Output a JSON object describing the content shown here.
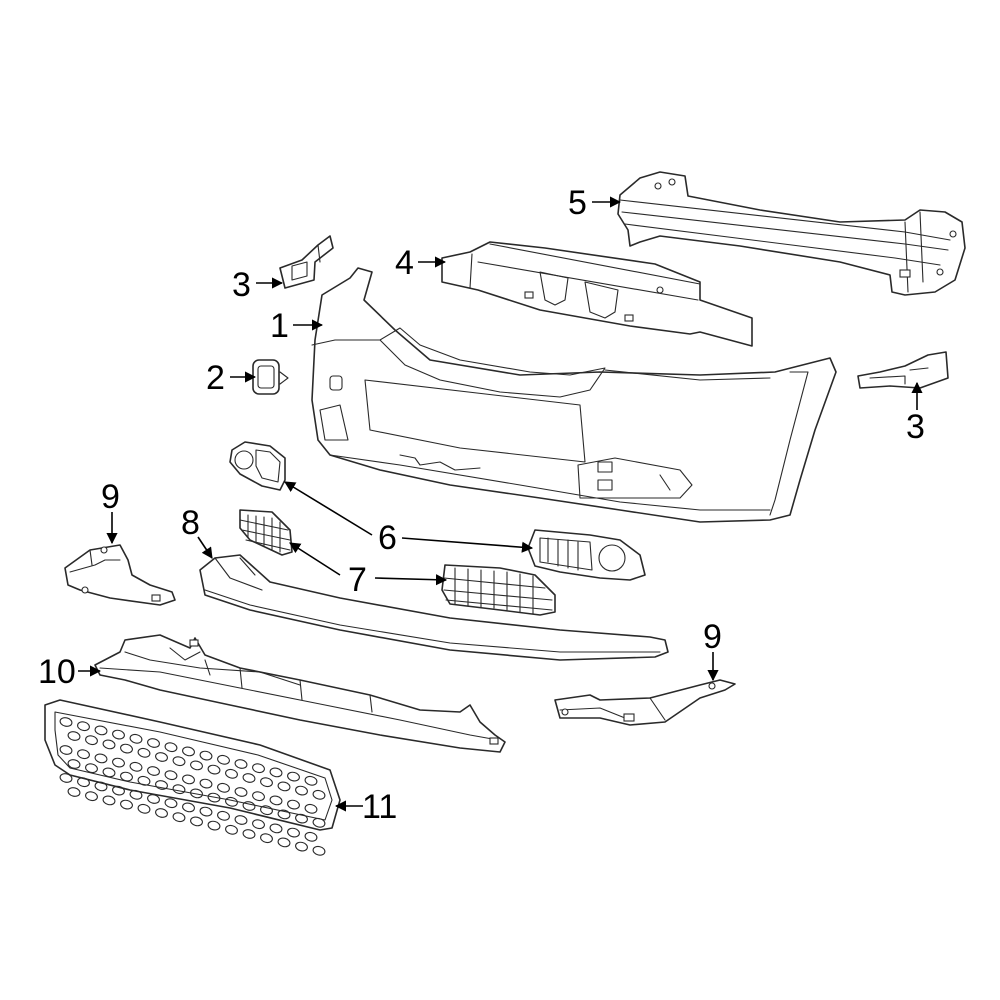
{
  "diagram": {
    "callouts": [
      {
        "id": "c1",
        "label": "1"
      },
      {
        "id": "c2",
        "label": "2"
      },
      {
        "id": "c3a",
        "label": "3"
      },
      {
        "id": "c3b",
        "label": "3"
      },
      {
        "id": "c4",
        "label": "4"
      },
      {
        "id": "c5",
        "label": "5"
      },
      {
        "id": "c6",
        "label": "6"
      },
      {
        "id": "c7",
        "label": "7"
      },
      {
        "id": "c8",
        "label": "8"
      },
      {
        "id": "c9a",
        "label": "9"
      },
      {
        "id": "c9b",
        "label": "9"
      },
      {
        "id": "c10",
        "label": "10"
      },
      {
        "id": "c11",
        "label": "11"
      }
    ],
    "colors": {
      "line": "#2a2a2a",
      "fill": "#ffffff",
      "text": "#000000",
      "arrow": "#000000"
    }
  }
}
